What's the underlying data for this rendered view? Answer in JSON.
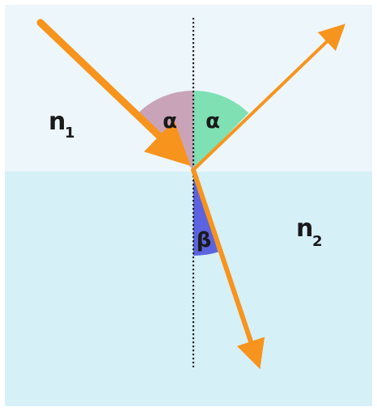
{
  "media": {
    "upper": {
      "label": "n",
      "subscript": "1",
      "color": "#edf6fb"
    },
    "lower": {
      "label": "n",
      "subscript": "2",
      "color": "#d6f0f8"
    }
  },
  "angles": {
    "incident": {
      "symbol": "α",
      "color": "#c9a4b9"
    },
    "reflected": {
      "symbol": "α",
      "color": "#7fe0b4"
    },
    "refracted": {
      "symbol": "β",
      "color": "#5b63e0"
    }
  },
  "rays": {
    "color": "#f7941d",
    "incident": "incident-ray",
    "reflected": "reflected-ray",
    "refracted": "refracted-ray"
  },
  "normal_line": {
    "style": "dotted",
    "color": "#222222"
  }
}
